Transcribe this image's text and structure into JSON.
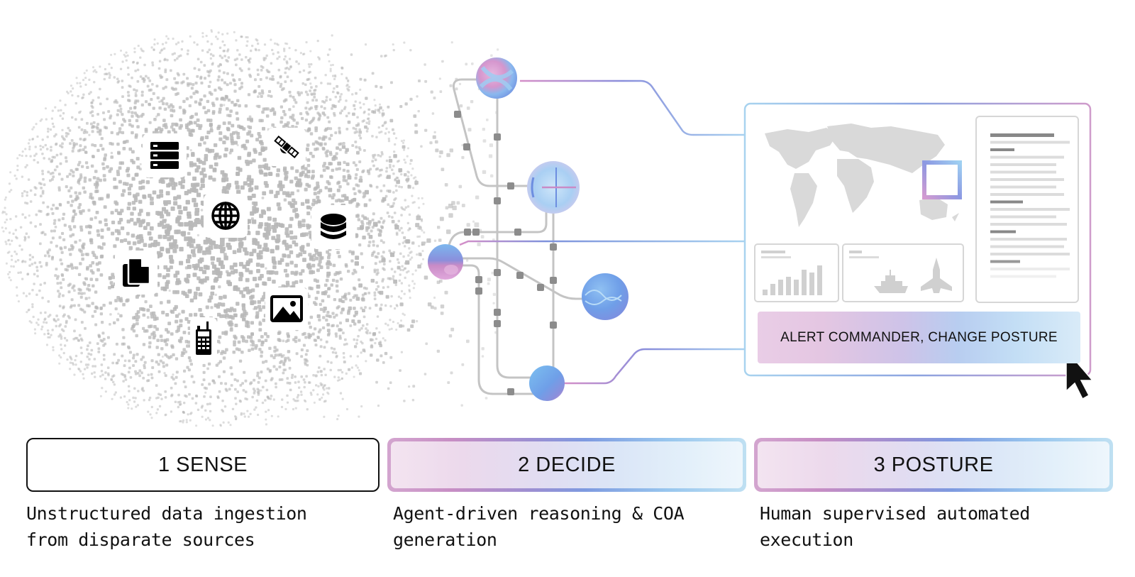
{
  "stages": [
    {
      "number": "1",
      "title": "1 SENSE",
      "description_line1": "Unstructured data ingestion",
      "description_line2": "from disparate sources"
    },
    {
      "number": "2",
      "title": "2 DECIDE",
      "description_line1": "Agent-driven reasoning & COA",
      "description_line2": "generation"
    },
    {
      "number": "3",
      "title": "3 POSTURE",
      "description_line1": "Human supervised automated",
      "description_line2": "execution"
    }
  ],
  "sources": [
    {
      "icon": "server-icon"
    },
    {
      "icon": "satellite-icon"
    },
    {
      "icon": "globe-icon"
    },
    {
      "icon": "database-icon"
    },
    {
      "icon": "documents-icon"
    },
    {
      "icon": "image-icon"
    },
    {
      "icon": "radio-icon"
    }
  ],
  "agents": [
    {
      "icon": "swirl-orb-icon"
    },
    {
      "icon": "crosshair-orb-icon"
    },
    {
      "icon": "banded-orb-icon"
    },
    {
      "icon": "wave-orb-icon"
    },
    {
      "icon": "gradient-orb-icon"
    }
  ],
  "dashboard": {
    "action_label": "ALERT COMMANDER, CHANGE POSTURE"
  },
  "colors": {
    "pink": "#c98bc6",
    "purple": "#8a8fdc",
    "blue": "#7fb6ea",
    "light_blue": "#bfe0f2",
    "gray_dot": "#bdbdbd",
    "node_gray": "#888888"
  }
}
